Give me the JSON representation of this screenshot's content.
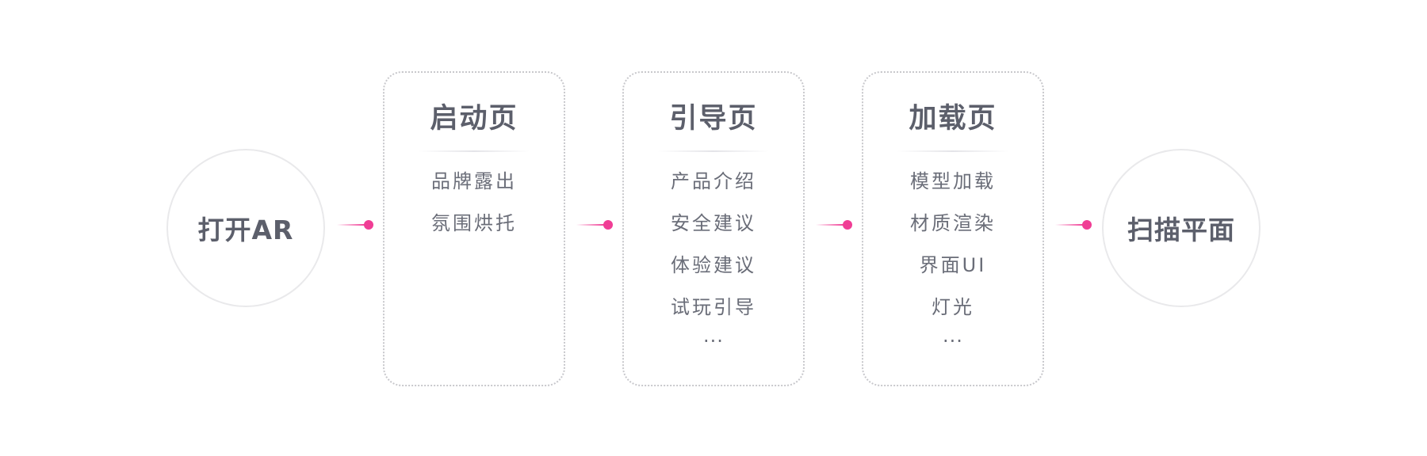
{
  "start": {
    "label": "打开AR"
  },
  "end": {
    "label": "扫描平面"
  },
  "cards": [
    {
      "title": "启动页",
      "items": [
        "品牌露出",
        "氛围烘托"
      ]
    },
    {
      "title": "引导页",
      "items": [
        "产品介绍",
        "安全建议",
        "体验建议",
        "试玩引导"
      ],
      "more": "..."
    },
    {
      "title": "加载页",
      "items": [
        "模型加载",
        "材质渲染",
        "界面UI",
        "灯光"
      ],
      "more": "..."
    }
  ],
  "colors": {
    "accent": "#f03d95",
    "text": "#5c5f6b",
    "border": "#c8c8cc",
    "circle_border": "#e9e9eb"
  }
}
